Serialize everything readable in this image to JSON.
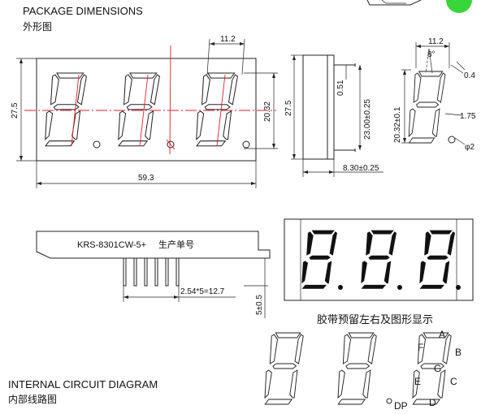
{
  "header": {
    "title_en": "PACKAGE DIMENSIONS",
    "title_cn": "外形图"
  },
  "front_view": {
    "seg_width": "11.2",
    "height": "27.5",
    "digit_height": "20.32",
    "width": "59.3"
  },
  "side_view": {
    "height": "27.5",
    "offset": "0.51",
    "pin_span": "23.00±0.25",
    "depth": "8.30±0.25"
  },
  "digit_detail": {
    "width": "11.2",
    "angle": "8°",
    "height": "20.32±0.1",
    "dim_a": "0.4",
    "dim_b": "1.75",
    "dp": "φ2"
  },
  "pin_view": {
    "part_label": "KRS-8301CW-5+",
    "part_suffix": "生产单号",
    "pitch": "2.54*5=12.7",
    "pin_len": "5±0.5"
  },
  "tape_note": "胶带预留左右及图形显示",
  "segments": {
    "a": "A",
    "b": "B",
    "c": "C",
    "d": "D",
    "e": "E",
    "f": "F",
    "g": "G",
    "dp": "DP"
  },
  "circuit": {
    "title_en": "INTERNAL CIRCUIT DIAGRAM",
    "title_cn": "内部线路图"
  }
}
